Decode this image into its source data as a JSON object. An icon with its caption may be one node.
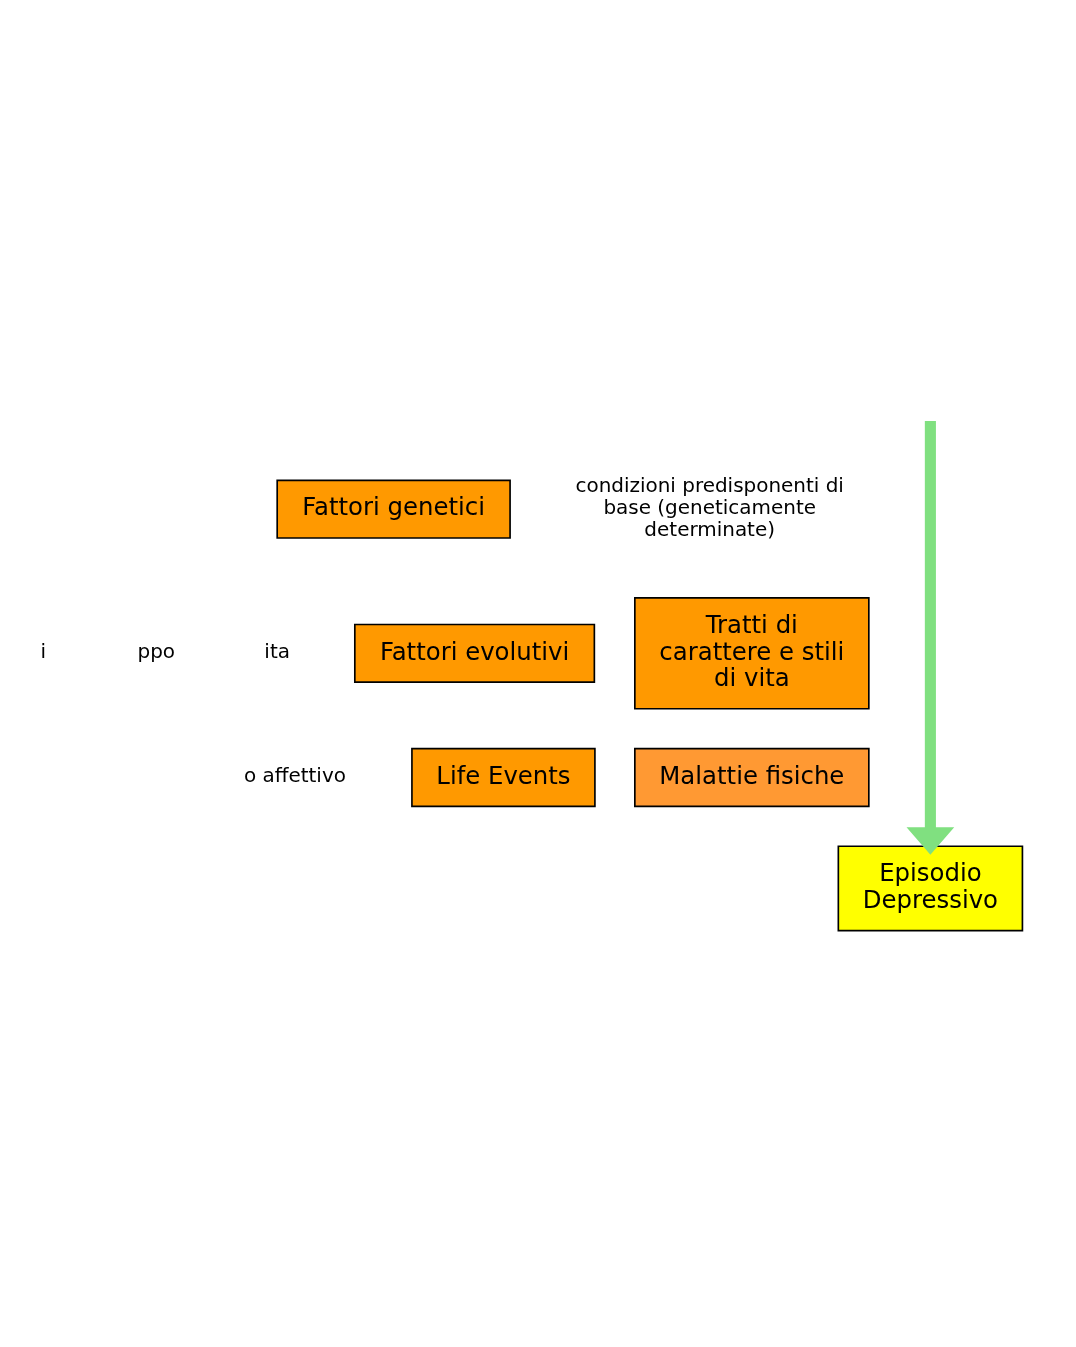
{
  "diagram": {
    "nodes": [
      {
        "text": [
          "Fattori genetici"
        ],
        "beside": [
          "condizioni predisponenti di base (geneticamente determinate)"
        ]
      },
      {
        "text": [
          "Fattori evolutivi"
        ]
      },
      {
        "text": [
          "Tratti di carattere e stili di vita"
        ]
      },
      {
        "text": [
          "Life Events"
        ]
      },
      {
        "text": [
          "Malattie fisiche"
        ]
      },
      {
        "text": [
          "Episodio Depressivo"
        ]
      }
    ],
    "edges": [
      {
        "from": null,
        "to": 5,
        "arrow": "to",
        "color": "#80e080"
      }
    ],
    "labels": [
      "i",
      "ppo",
      "ita",
      "o affettivo"
    ]
  }
}
